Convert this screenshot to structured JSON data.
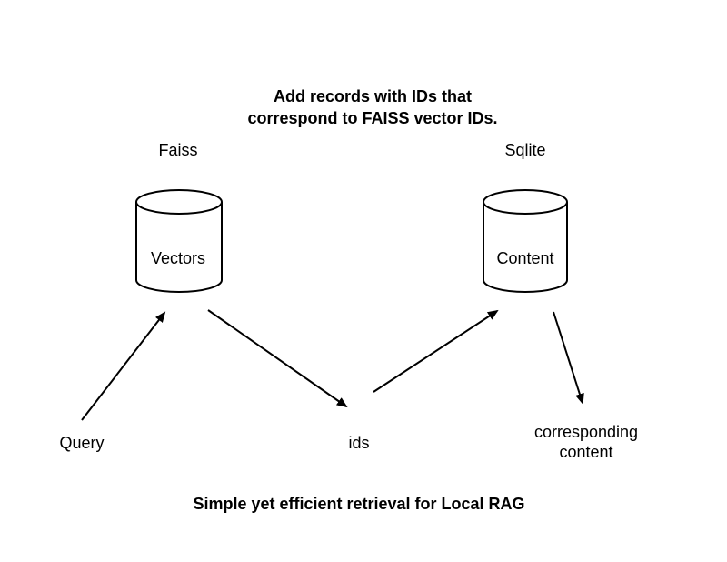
{
  "header": {
    "line1": "Add records with IDs that",
    "line2": "correspond to FAISS vector IDs."
  },
  "stores": [
    {
      "title": "Faiss",
      "label": "Vectors"
    },
    {
      "title": "Sqlite",
      "label": "Content"
    }
  ],
  "nodes": {
    "query": "Query",
    "ids": "ids",
    "result_line1": "corresponding",
    "result_line2": "content"
  },
  "caption": "Simple yet efficient retrieval for Local RAG",
  "colors": {
    "stroke": "#000000",
    "background": "#ffffff"
  }
}
